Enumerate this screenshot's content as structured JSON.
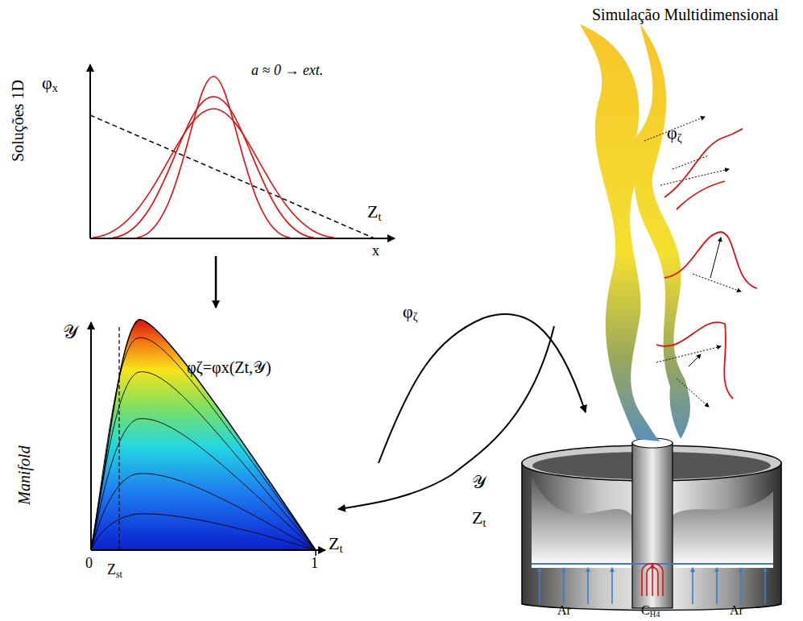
{
  "diagram": {
    "title": "Simulação Multidimensional",
    "labels": [
      "Soluções 1D",
      "φx",
      "a ≈ 0 → ext.",
      "Zt",
      "x",
      "Manifold",
      "𝒴",
      "φζ=φx(Zt,𝒴)",
      "0",
      "Zst",
      "1",
      "Zt",
      "φζ",
      "𝒴",
      "Zt",
      "φζ",
      "Ar",
      "CH4",
      "Ar"
    ]
  }
}
